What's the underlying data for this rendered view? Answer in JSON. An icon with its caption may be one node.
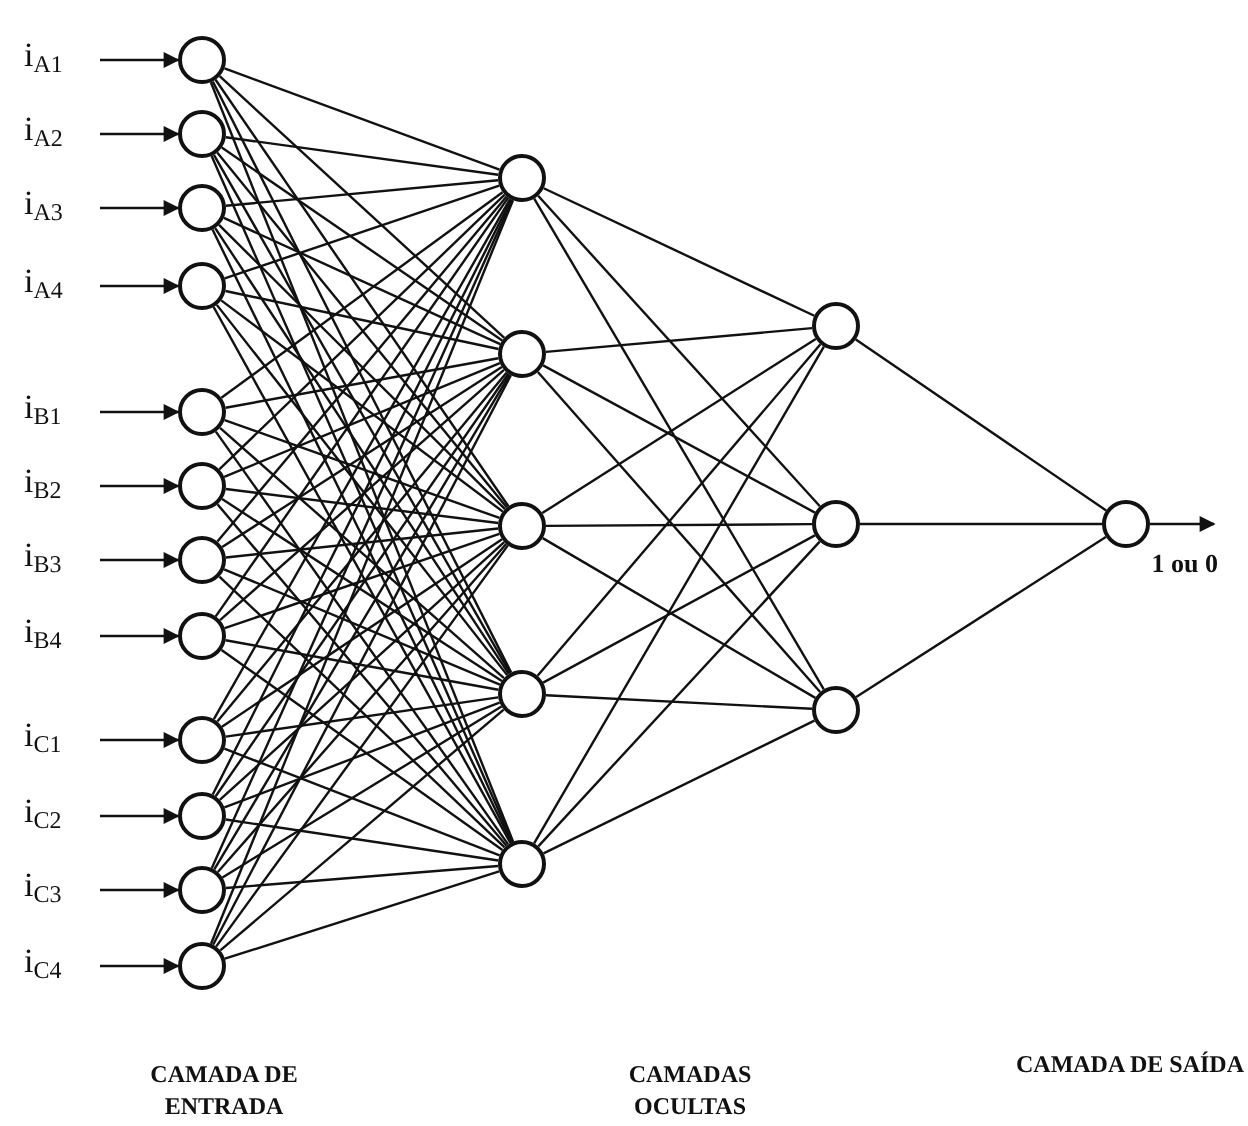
{
  "diagram": {
    "nodes": [
      {
        "text": [
          "i$_{A1}$"
        ]
      },
      {
        "text": [
          "i$_{A2}$"
        ]
      },
      {
        "text": [
          "i$_{A3}$"
        ]
      },
      {
        "text": [
          "i$_{A4}$"
        ]
      },
      {
        "text": [
          "i$_{B1}$"
        ]
      },
      {
        "text": [
          "i$_{B2}$"
        ]
      },
      {
        "text": [
          "i$_{B3}$"
        ]
      },
      {
        "text": [
          "i$_{B4}$"
        ]
      },
      {
        "text": [
          "i$_{C1}$"
        ]
      },
      {
        "text": [
          "i$_{C2}$"
        ]
      },
      {
        "text": [
          "i$_{C3}$"
        ]
      },
      {
        "text": [
          "i$_{C4}$"
        ]
      },
      {
        "text": [],
        "shape": "circle"
      },
      {
        "text": [],
        "shape": "circle"
      },
      {
        "text": [],
        "shape": "circle"
      },
      {
        "text": [],
        "shape": "circle"
      },
      {
        "text": [],
        "shape": "circle"
      },
      {
        "text": [],
        "shape": "circle"
      },
      {
        "text": [],
        "shape": "circle"
      },
      {
        "text": [],
        "shape": "circle"
      },
      {
        "text": [],
        "shape": "circle"
      },
      {
        "text": [],
        "shape": "circle"
      },
      {
        "text": [],
        "shape": "circle"
      },
      {
        "text": [],
        "shape": "circle"
      },
      {
        "text": [],
        "shape": "circle"
      },
      {
        "text": [],
        "shape": "circle"
      },
      {
        "text": [],
        "shape": "circle"
      },
      {
        "text": [],
        "shape": "circle"
      },
      {
        "text": [],
        "shape": "circle"
      },
      {
        "text": [],
        "shape": "circle"
      },
      {
        "text": [],
        "shape": "circle"
      },
      {
        "text": [],
        "shape": "circle"
      },
      {
        "text": [],
        "shape": "circle",
        "beside": [
          "1 ou 0"
        ]
      }
    ],
    "edges": [
      {
        "from": 0,
        "to": 12,
        "arrow": "to"
      },
      {
        "from": 1,
        "to": 13,
        "arrow": "to"
      },
      {
        "from": 2,
        "to": 14,
        "arrow": "to"
      },
      {
        "from": 3,
        "to": 15,
        "arrow": "to"
      },
      {
        "from": 4,
        "to": 16,
        "arrow": "to"
      },
      {
        "from": 5,
        "to": 17,
        "arrow": "to"
      },
      {
        "from": 6,
        "to": 18,
        "arrow": "to"
      },
      {
        "from": 7,
        "to": 19,
        "arrow": "to"
      },
      {
        "from": 8,
        "to": 20,
        "arrow": "to"
      },
      {
        "from": 9,
        "to": 21,
        "arrow": "to"
      },
      {
        "from": 10,
        "to": 22,
        "arrow": "to"
      },
      {
        "from": 11,
        "to": 23,
        "arrow": "to"
      },
      {
        "from": 12,
        "to": 24,
        "arrow": "none"
      },
      {
        "from": 12,
        "to": 25,
        "arrow": "none"
      },
      {
        "from": 12,
        "to": 26,
        "arrow": "none"
      },
      {
        "from": 12,
        "to": 27,
        "arrow": "none"
      },
      {
        "from": 12,
        "to": 28,
        "arrow": "none"
      },
      {
        "from": 13,
        "to": 24,
        "arrow": "none"
      },
      {
        "from": 13,
        "to": 25,
        "arrow": "none"
      },
      {
        "from": 13,
        "to": 26,
        "arrow": "none"
      },
      {
        "from": 13,
        "to": 27,
        "arrow": "none"
      },
      {
        "from": 13,
        "to": 28,
        "arrow": "none"
      },
      {
        "from": 14,
        "to": 24,
        "arrow": "none"
      },
      {
        "from": 14,
        "to": 25,
        "arrow": "none"
      },
      {
        "from": 14,
        "to": 26,
        "arrow": "none"
      },
      {
        "from": 14,
        "to": 27,
        "arrow": "none"
      },
      {
        "from": 14,
        "to": 28,
        "arrow": "none"
      },
      {
        "from": 15,
        "to": 24,
        "arrow": "none"
      },
      {
        "from": 15,
        "to": 25,
        "arrow": "none"
      },
      {
        "from": 15,
        "to": 26,
        "arrow": "none"
      },
      {
        "from": 15,
        "to": 27,
        "arrow": "none"
      },
      {
        "from": 15,
        "to": 28,
        "arrow": "none"
      },
      {
        "from": 16,
        "to": 24,
        "arrow": "none"
      },
      {
        "from": 16,
        "to": 25,
        "arrow": "none"
      },
      {
        "from": 16,
        "to": 26,
        "arrow": "none"
      },
      {
        "from": 16,
        "to": 27,
        "arrow": "none"
      },
      {
        "from": 16,
        "to": 28,
        "arrow": "none"
      },
      {
        "from": 17,
        "to": 24,
        "arrow": "none"
      },
      {
        "from": 17,
        "to": 25,
        "arrow": "none"
      },
      {
        "from": 17,
        "to": 26,
        "arrow": "none"
      },
      {
        "from": 17,
        "to": 27,
        "arrow": "none"
      },
      {
        "from": 17,
        "to": 28,
        "arrow": "none"
      },
      {
        "from": 18,
        "to": 24,
        "arrow": "none"
      },
      {
        "from": 18,
        "to": 25,
        "arrow": "none"
      },
      {
        "from": 18,
        "to": 26,
        "arrow": "none"
      },
      {
        "from": 18,
        "to": 27,
        "arrow": "none"
      },
      {
        "from": 18,
        "to": 28,
        "arrow": "none"
      },
      {
        "from": 19,
        "to": 24,
        "arrow": "none"
      },
      {
        "from": 19,
        "to": 25,
        "arrow": "none"
      },
      {
        "from": 19,
        "to": 26,
        "arrow": "none"
      },
      {
        "from": 19,
        "to": 27,
        "arrow": "none"
      },
      {
        "from": 19,
        "to": 28,
        "arrow": "none"
      },
      {
        "from": 20,
        "to": 24,
        "arrow": "none"
      },
      {
        "from": 20,
        "to": 25,
        "arrow": "none"
      },
      {
        "from": 20,
        "to": 26,
        "arrow": "none"
      },
      {
        "from": 20,
        "to": 27,
        "arrow": "none"
      },
      {
        "from": 20,
        "to": 28,
        "arrow": "none"
      },
      {
        "from": 21,
        "to": 24,
        "arrow": "none"
      },
      {
        "from": 21,
        "to": 25,
        "arrow": "none"
      },
      {
        "from": 21,
        "to": 26,
        "arrow": "none"
      },
      {
        "from": 21,
        "to": 27,
        "arrow": "none"
      },
      {
        "from": 21,
        "to": 28,
        "arrow": "none"
      },
      {
        "from": 22,
        "to": 24,
        "arrow": "none"
      },
      {
        "from": 22,
        "to": 25,
        "arrow": "none"
      },
      {
        "from": 22,
        "to": 26,
        "arrow": "none"
      },
      {
        "from": 22,
        "to": 27,
        "arrow": "none"
      },
      {
        "from": 22,
        "to": 28,
        "arrow": "none"
      },
      {
        "from": 23,
        "to": 24,
        "arrow": "none"
      },
      {
        "from": 23,
        "to": 25,
        "arrow": "none"
      },
      {
        "from": 23,
        "to": 26,
        "arrow": "none"
      },
      {
        "from": 23,
        "to": 27,
        "arrow": "none"
      },
      {
        "from": 23,
        "to": 28,
        "arrow": "none"
      },
      {
        "from": 24,
        "to": 29,
        "arrow": "none"
      },
      {
        "from": 24,
        "to": 30,
        "arrow": "none"
      },
      {
        "from": 24,
        "to": 31,
        "arrow": "none"
      },
      {
        "from": 25,
        "to": 29,
        "arrow": "none"
      },
      {
        "from": 25,
        "to": 30,
        "arrow": "none"
      },
      {
        "from": 25,
        "to": 31,
        "arrow": "none"
      },
      {
        "from": 26,
        "to": 29,
        "arrow": "none"
      },
      {
        "from": 26,
        "to": 30,
        "arrow": "none"
      },
      {
        "from": 26,
        "to": 31,
        "arrow": "none"
      },
      {
        "from": 27,
        "to": 29,
        "arrow": "none"
      },
      {
        "from": 27,
        "to": 30,
        "arrow": "none"
      },
      {
        "from": 27,
        "to": 31,
        "arrow": "none"
      },
      {
        "from": 28,
        "to": 29,
        "arrow": "none"
      },
      {
        "from": 28,
        "to": 30,
        "arrow": "none"
      },
      {
        "from": 28,
        "to": 31,
        "arrow": "none"
      },
      {
        "from": 29,
        "to": 32,
        "arrow": "none"
      },
      {
        "from": 30,
        "to": 32,
        "arrow": "none"
      },
      {
        "from": 31,
        "to": 32,
        "arrow": "none"
      },
      {
        "from": 32,
        "to": null,
        "arrow": "to"
      }
    ],
    "labels": [
      "CAMADA DE ENTRADA",
      "CAMADAS OCULTAS",
      "CAMADA DE SAÍDA"
    ]
  }
}
